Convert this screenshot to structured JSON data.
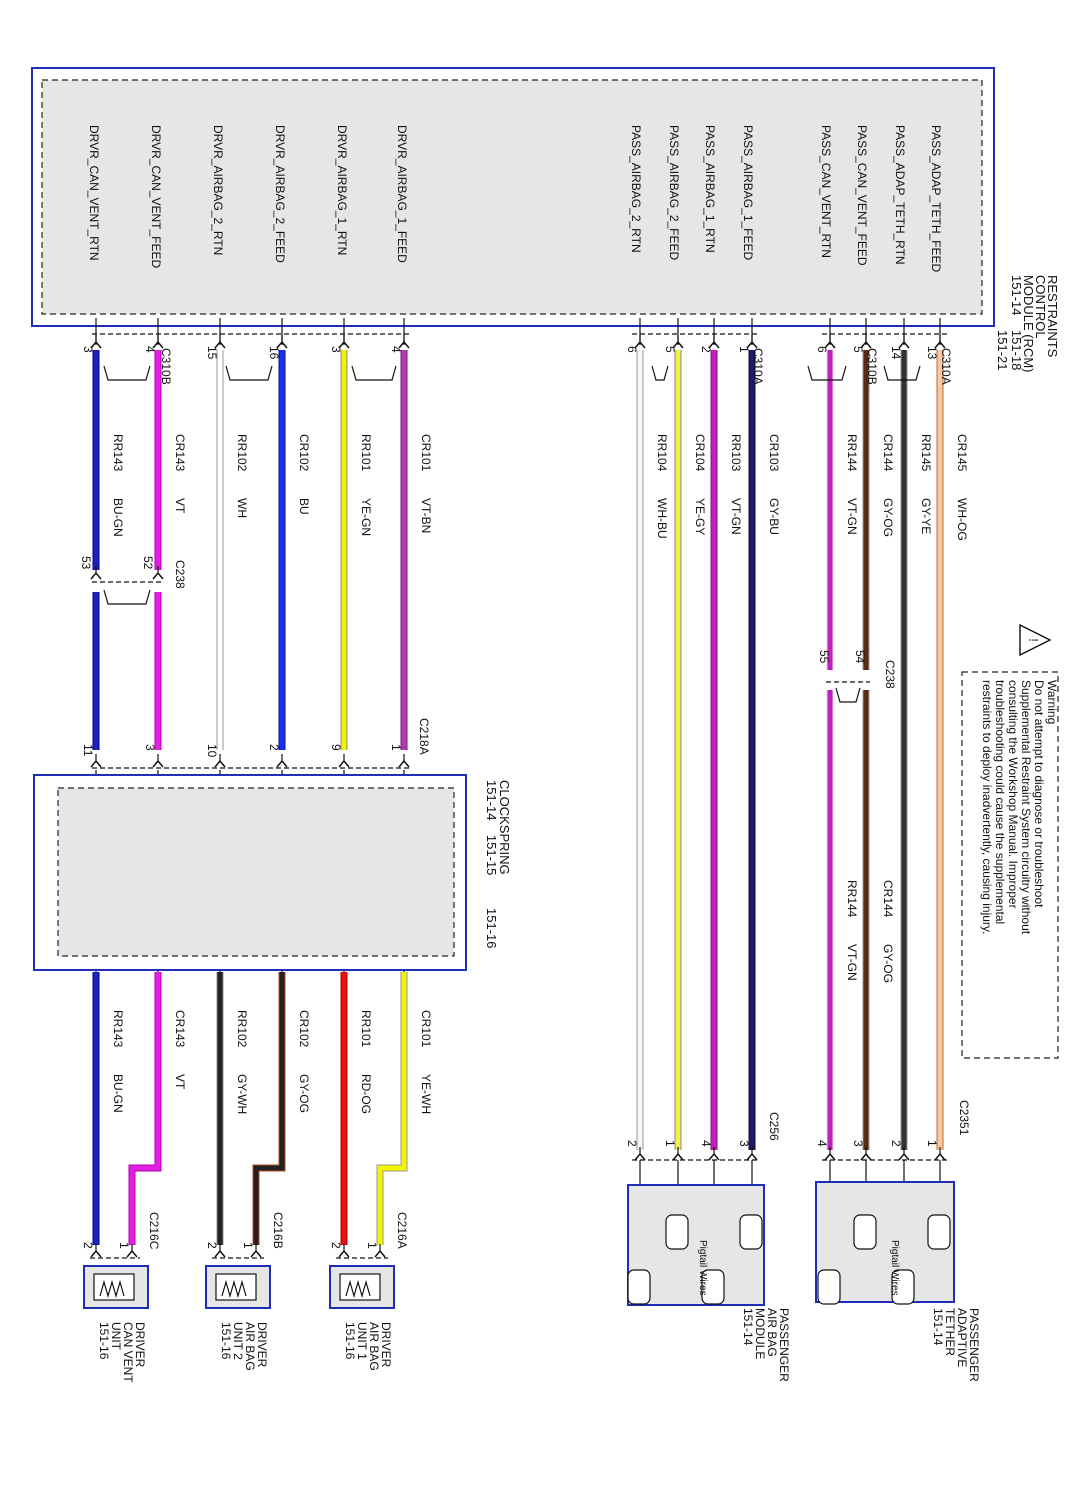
{
  "module": {
    "title_lines": [
      "RESTRAINTS",
      "CONTROL",
      "MODULE (RCM)",
      "151-14    151-18"
    ],
    "page_ref": "151-21",
    "pins": [
      {
        "label": "PASS_ADAP_TETH_FEED"
      },
      {
        "label": "PASS_ADAP_TETH_RTN"
      },
      {
        "label": "PASS_CAN_VENT_FEED"
      },
      {
        "label": "PASS_CAN_VENT_RTN"
      },
      {
        "label": "PASS_AIRBAG_1_FEED"
      },
      {
        "label": "PASS_AIRBAG_1_RTN"
      },
      {
        "label": "PASS_AIRBAG_2_FEED"
      },
      {
        "label": "PASS_AIRBAG_2_RTN"
      },
      {
        "label": "DRVR_AIRBAG_1_FEED"
      },
      {
        "label": "DRVR_AIRBAG_1_RTN"
      },
      {
        "label": "DRVR_AIRBAG_2_FEED"
      },
      {
        "label": "DRVR_AIRBAG_2_RTN"
      },
      {
        "label": "DRVR_CAN_VENT_FEED"
      },
      {
        "label": "DRVR_CAN_VENT_RTN"
      }
    ]
  },
  "connectors": {
    "c310a_top": "C310A",
    "c310b_top": "C310B",
    "c310a_mid": "C310A",
    "c310b_bot": "C310B",
    "c238_a": "C238",
    "c238_b": "C238",
    "c218a": "C218A",
    "c2351": "C2351",
    "c256": "C256",
    "c216a": "C216A",
    "c216b": "C216B",
    "c216c": "C216C"
  },
  "wires": [
    {
      "pin": "13",
      "circuit": "CR145",
      "color": "WH-OG",
      "end_pin": "1"
    },
    {
      "pin": "14",
      "circuit": "RR145",
      "color": "GY-YE",
      "end_pin": "2"
    },
    {
      "pin": "5",
      "circuit": "CR144",
      "color": "GY-OG",
      "end_pin": "3"
    },
    {
      "pin": "6",
      "circuit": "RR144",
      "color": "VT-GN",
      "end_pin": "4"
    },
    {
      "pin": "1",
      "circuit": "CR103",
      "color": "GY-BU",
      "end_pin": "3"
    },
    {
      "pin": "2",
      "circuit": "RR103",
      "color": "VT-GN",
      "end_pin": "4"
    },
    {
      "pin": "5",
      "circuit": "CR104",
      "color": "YE-GY",
      "end_pin": "1"
    },
    {
      "pin": "6",
      "circuit": "RR104",
      "color": "WH-BU",
      "end_pin": "2"
    },
    {
      "pin": "4",
      "circuit": "CR101",
      "color": "VT-BN",
      "mid_pin": "1"
    },
    {
      "pin": "3",
      "circuit": "RR101",
      "color": "YE-GN",
      "mid_pin": "9"
    },
    {
      "pin": "16",
      "circuit": "CR102",
      "color": "BU",
      "mid_pin": "2"
    },
    {
      "pin": "15",
      "circuit": "RR102",
      "color": "WH",
      "mid_pin": "10"
    },
    {
      "pin": "4",
      "circuit": "CR143",
      "color": "VT",
      "c238_pin": "52",
      "mid_pin": "3"
    },
    {
      "pin": "3",
      "circuit": "RR143",
      "color": "BU-GN",
      "c238_pin": "53",
      "mid_pin": "11"
    }
  ],
  "c238_pass_pins": [
    "54",
    "55"
  ],
  "pass_vent_lower": [
    {
      "circuit": "CR144",
      "color": "GY-OG"
    },
    {
      "circuit": "RR144",
      "color": "VT-GN"
    }
  ],
  "clockspring": {
    "title": "CLOCKSPRING",
    "refs": "151-14    151-15",
    "ref2": "151-16"
  },
  "driver_lower": [
    {
      "circuit": "CR101",
      "color": "YE-WH"
    },
    {
      "circuit": "RR101",
      "color": "RD-OG"
    },
    {
      "circuit": "CR102",
      "color": "GY-OG"
    },
    {
      "circuit": "RR102",
      "color": "GY-WH"
    },
    {
      "circuit": "CR143",
      "color": "VT"
    },
    {
      "circuit": "RR143",
      "color": "BU-GN"
    }
  ],
  "warning": {
    "title": "Warning",
    "lines": [
      "Do not attempt to diagnose or troubleshoot",
      "Supplemental Restraint System circuitry without",
      "consulting the Workshop Manual. Improper",
      "troubleshooting could cause the supplemental",
      "restraints to deploy inadvertently, causing injury."
    ]
  },
  "components": [
    {
      "name_lines": [
        "PASSENGER",
        "ADAPTIVE",
        "TETHER",
        "151-14"
      ],
      "inner": "Pigtail Wires"
    },
    {
      "name_lines": [
        "PASSENGER",
        "AIR BAG",
        "MODULE",
        "151-14"
      ],
      "inner": "Pigtail Wires"
    },
    {
      "name_lines": [
        "DRIVER",
        "AIR BAG",
        "UNIT 1",
        "151-16"
      ]
    },
    {
      "name_lines": [
        "DRIVER",
        "AIR BAG",
        "UNIT 2",
        "151-16"
      ]
    },
    {
      "name_lines": [
        "DRIVER",
        "CAN VENT",
        "UNIT",
        "151-16"
      ]
    }
  ],
  "pin_labels": {
    "one": "1",
    "two": "2"
  },
  "colors": {
    "frame": "#1f2db8",
    "box_fill": "#e6e6e6",
    "wh_og": "#f3c9a8",
    "gy_ye": "#444444",
    "gy_og": "#5a2a12",
    "vt_gn": "#c21fc2",
    "gy_bu": "#1a1a6e",
    "ye_gy": "#f0f050",
    "wh_bu": "#f4f4ff",
    "vt_bn": "#b23ab2",
    "ye_gn": "#f4f400",
    "bu": "#1a2ff0",
    "wh": "#ffffff",
    "vt": "#e21fe2",
    "bu_gn": "#1a22c0",
    "ye_wh": "#f4f400",
    "rd_og": "#e81010",
    "gy_og2": "#222222",
    "gy_wh": "#222222"
  }
}
